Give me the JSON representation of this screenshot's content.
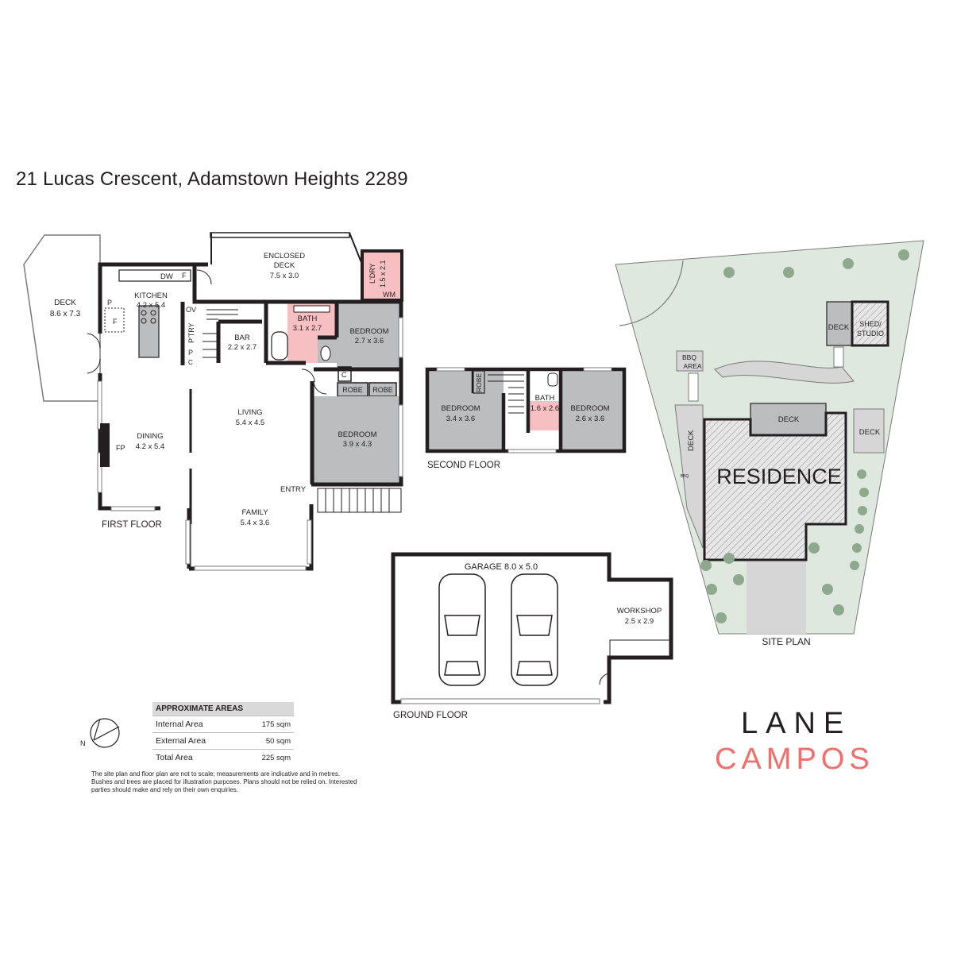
{
  "address": "21 Lucas Crescent, Adamstown Heights 2289",
  "first_floor": {
    "label": "FIRST FLOOR",
    "deck": {
      "name": "DECK",
      "dims": "8.6 x 7.3"
    },
    "enclosed_deck": {
      "name1": "ENCLOSED",
      "name2": "DECK",
      "dims": "7.5 x 3.0"
    },
    "laundry": {
      "name": "L'DRY",
      "dims": "1.5 x 2.1",
      "wm": "WM"
    },
    "kitchen": {
      "name": "KITCHEN",
      "dims": "4.2 x 5.4",
      "dw": "DW",
      "f1": "F",
      "f2": "F",
      "p": "P"
    },
    "pantry": {
      "ov": "OV",
      "ptry": "P'TRY",
      "p": "P",
      "c": "C"
    },
    "bar": {
      "name": "BAR",
      "dims": "2.2 x 2.7"
    },
    "bath": {
      "name": "BATH",
      "dims": "3.1 x 2.7"
    },
    "bedroom_small": {
      "name": "BEDROOM",
      "dims": "2.7 x 3.6"
    },
    "cupboard": "C",
    "robe1": "ROBE",
    "robe2": "ROBE",
    "bedroom_main": {
      "name": "BEDROOM",
      "dims": "3.9 x 4.3"
    },
    "living": {
      "name": "LIVING",
      "dims": "5.4 x 4.5"
    },
    "dining": {
      "name": "DINING",
      "dims": "4.2 x 5.4",
      "fp": "FP"
    },
    "family": {
      "name": "FAMILY",
      "dims": "5.4 x 3.6"
    },
    "entry": "ENTRY"
  },
  "second_floor": {
    "label": "SECOND FLOOR",
    "bedroom_left": {
      "name": "BEDROOM",
      "dims": "3.4 x 3.6"
    },
    "robe": "ROBE",
    "bath": {
      "name": "BATH",
      "dims": "1.6 x 2.6"
    },
    "bedroom_right": {
      "name": "BEDROOM",
      "dims": "2.6 x 3.6"
    }
  },
  "ground_floor": {
    "label": "GROUND FLOOR",
    "garage": "GARAGE  8.0 x 5.0",
    "workshop": {
      "name": "WORKSHOP",
      "dims": "2.5 x 2.9"
    }
  },
  "site_plan": {
    "label": "SITE PLAN",
    "residence": "RESIDENCE",
    "deck_top": "DECK",
    "deck_left": "DECK",
    "deck_right": "DECK",
    "deck_shed": "DECK",
    "shed1": "SHED/",
    "shed2": "STUDIO",
    "bbq1": "BBQ",
    "bbq2": "AREA",
    "bbq_small": "BBQ"
  },
  "compass": {
    "north": "N"
  },
  "areas": {
    "heading": "APPROXIMATE AREAS",
    "rows": [
      {
        "label": "Internal Area",
        "value": "175 sqm"
      },
      {
        "label": "External Area",
        "value": "50 sqm"
      },
      {
        "label": "Total Area",
        "value": "225 sqm"
      }
    ]
  },
  "disclaimer": "The site plan and floor plan are not to scale; measurements are indicative and in metres. Bushes and trees are placed for illustration purposes. Plans should not be relied on. Interested parties should make and rely on their own enquiries.",
  "logo": {
    "line1": "LANE",
    "line2": "CAMPOS"
  },
  "colors": {
    "wall": "#231f20",
    "bedroom": "#bcbdbf",
    "wet": "#f6bfc2",
    "site_green": "#dfe8df",
    "tree": "#8fa98f",
    "hatch": "#8a8a8a",
    "accent": "#ee6f6c"
  }
}
